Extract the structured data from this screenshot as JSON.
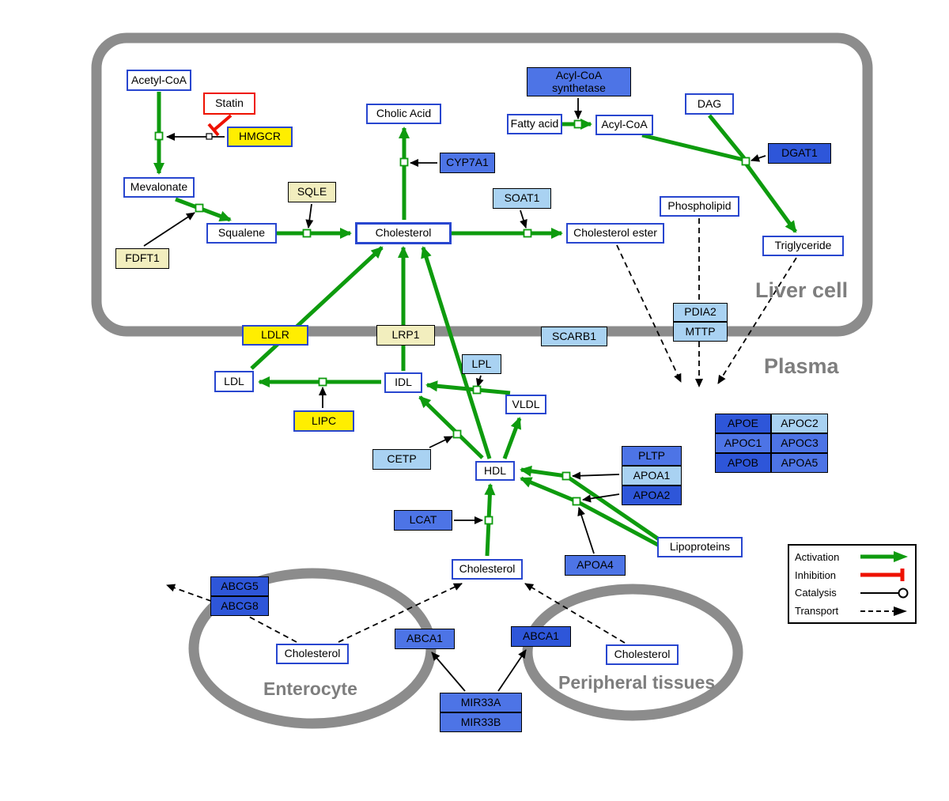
{
  "compartments": {
    "liver": "Liver cell",
    "plasma": "Plasma",
    "enterocyte": "Enterocyte",
    "peripheral": "Peripheral tissues"
  },
  "nodes": {
    "acetyl_coa": "Acetyl-CoA",
    "statin": "Statin",
    "hmgcr": "HMGCR",
    "mevalonate": "Mevalonate",
    "fdft1": "FDFT1",
    "squalene": "Squalene",
    "sqle": "SQLE",
    "cholic_acid": "Cholic Acid",
    "cyp7a1": "CYP7A1",
    "cholesterol_liver": "Cholesterol",
    "soat1": "SOAT1",
    "cholesterol_ester": "Cholesterol ester",
    "acyl_coa_synthetase": "Acyl-CoA synthetase",
    "fatty_acid": "Fatty acid",
    "acyl_coa": "Acyl-CoA",
    "dag": "DAG",
    "dgat1": "DGAT1",
    "phospholipid": "Phospholipid",
    "triglyceride": "Triglyceride",
    "pdia2": "PDIA2",
    "mttp": "MTTP",
    "ldlr": "LDLR",
    "lrp1": "LRP1",
    "scarb1": "SCARB1",
    "ldl": "LDL",
    "idl": "IDL",
    "lpl": "LPL",
    "vldl": "VLDL",
    "lipc": "LIPC",
    "cetp": "CETP",
    "hdl": "HDL",
    "lcat": "LCAT",
    "pltp": "PLTP",
    "apoa1": "APOA1",
    "apoa2": "APOA2",
    "apoa4": "APOA4",
    "lipoproteins": "Lipoproteins",
    "apoe": "APOE",
    "apoc2": "APOC2",
    "apoc1": "APOC1",
    "apoc3": "APOC3",
    "apob": "APOB",
    "apoa5": "APOA5",
    "cholesterol_plasma": "Cholesterol",
    "abcg5": "ABCG5",
    "abcg8": "ABCG8",
    "cholesterol_enterocyte": "Cholesterol",
    "abca1_enterocyte": "ABCA1",
    "abca1_peripheral": "ABCA1",
    "cholesterol_peripheral": "Cholesterol",
    "mir33a": "MIR33A",
    "mir33b": "MIR33B"
  },
  "legend": {
    "items": [
      {
        "label": "Activation",
        "type": "activation",
        "color": "#0e9b0e"
      },
      {
        "label": "Inhibition",
        "type": "inhibition",
        "color": "#ee1100"
      },
      {
        "label": "Catalysis",
        "type": "catalysis",
        "color": "#000000"
      },
      {
        "label": "Transport",
        "type": "transport",
        "color": "#000000"
      }
    ]
  },
  "colors": {
    "activation": "#0e9b0e",
    "inhibition": "#ee1100",
    "catalysis": "#000000",
    "transport": "#000000",
    "metabolite_border": "#2846cf",
    "gene_yellow": "#ffee00",
    "gene_pale_yellow": "#f2eebe",
    "gene_blue_light": "#a9d2f2",
    "gene_blue_medium": "#4d74e6",
    "gene_blue_dark": "#2e56d9",
    "compartment_gray": "#8c8c8c"
  }
}
